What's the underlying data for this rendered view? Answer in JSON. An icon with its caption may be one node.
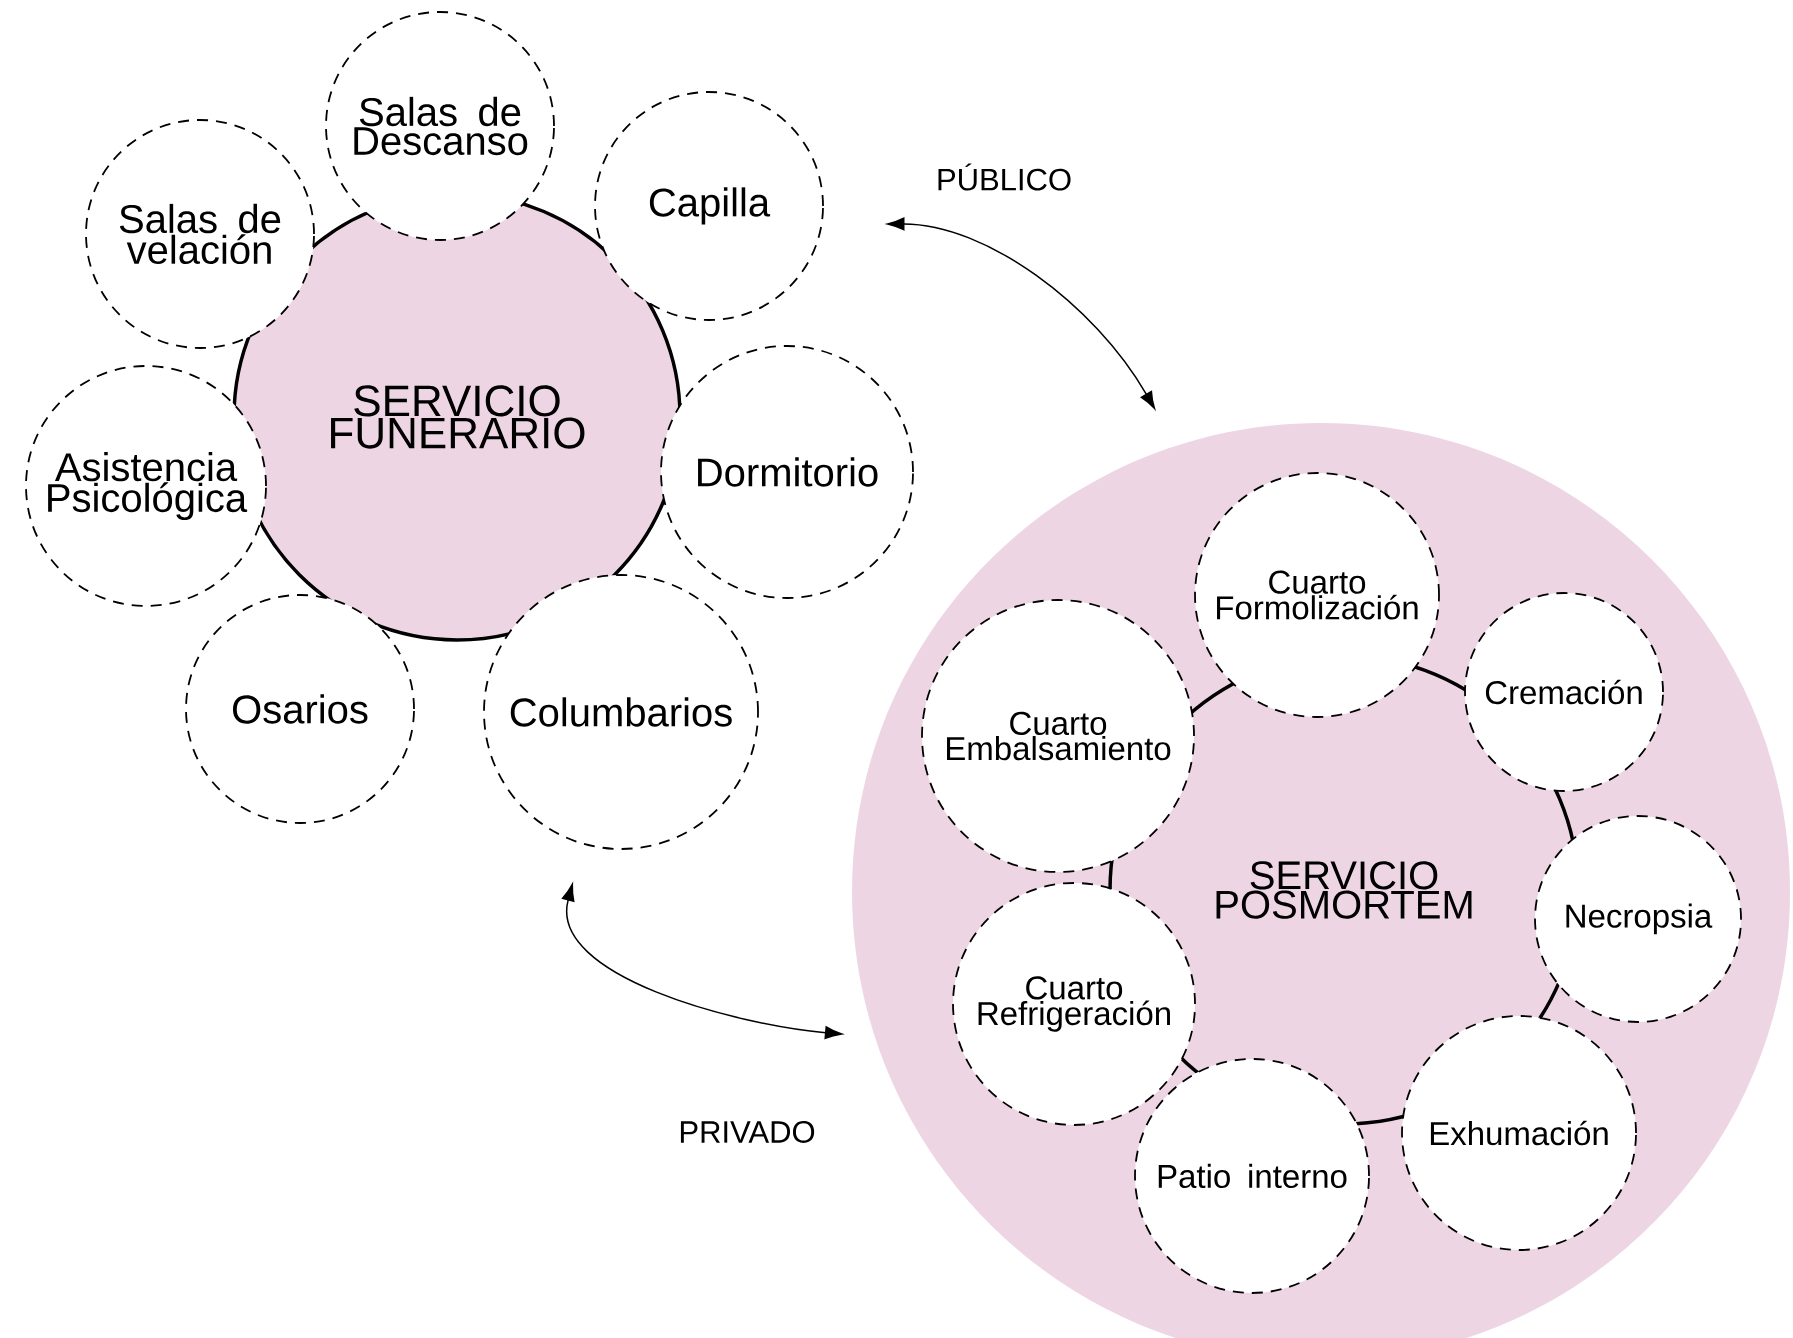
{
  "diagram": {
    "nodes": [
      {
        "text": [
          "SERVICIO FUNERARIO"
        ]
      },
      {
        "text": [
          "Salas de velación"
        ]
      },
      {
        "text": [
          "Salas de Descanso"
        ]
      },
      {
        "text": [
          "Capilla"
        ]
      },
      {
        "text": [
          "Asistencia Psicológica"
        ]
      },
      {
        "text": [
          "Dormitorio"
        ]
      },
      {
        "text": [
          "Osarios"
        ]
      },
      {
        "text": [
          "Columbarios"
        ]
      },
      {
        "text": [],
        "shape": "circle"
      },
      {
        "text": [
          "SERVICIO POSMORTEM"
        ],
        "in": 8
      },
      {
        "text": [
          "Cuarto Formolización"
        ],
        "in": 8
      },
      {
        "text": [
          "Cuarto Embalsamiento"
        ],
        "in": 8
      },
      {
        "text": [
          "Cremación"
        ],
        "in": 8
      },
      {
        "text": [
          "Necropsia"
        ],
        "in": 8
      },
      {
        "text": [
          "Cuarto Refrigeración"
        ],
        "in": 8
      },
      {
        "text": [
          "Exhumación"
        ],
        "in": 8
      },
      {
        "text": [
          "Patio interno"
        ],
        "in": 8
      }
    ],
    "edges": [
      {
        "from": 3,
        "to": 8,
        "arrow": "both",
        "label": "PÚBLICO"
      },
      {
        "from": 7,
        "to": 8,
        "arrow": "both",
        "label": "PRIVADO"
      }
    ]
  }
}
